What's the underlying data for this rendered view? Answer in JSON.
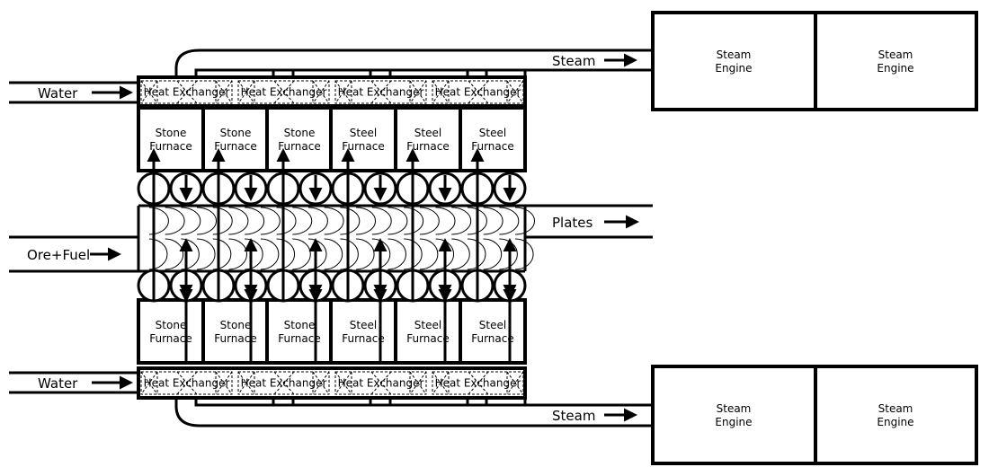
{
  "inputs": {
    "water_top": "Water",
    "water_bottom": "Water",
    "ore_fuel": "Ore+Fuel"
  },
  "outputs": {
    "steam_top": "Steam",
    "steam_bottom": "Steam",
    "plates": "Plates"
  },
  "heat_exchanger_label": "Heat Exchanger",
  "furnace_word": "Furnace",
  "furnaces_top": [
    "Stone",
    "Stone",
    "Stone",
    "Steel",
    "Steel",
    "Steel"
  ],
  "furnaces_bottom": [
    "Stone",
    "Stone",
    "Stone",
    "Steel",
    "Steel",
    "Steel"
  ],
  "steam_engine": {
    "line1": "Steam",
    "line2": "Engine"
  }
}
